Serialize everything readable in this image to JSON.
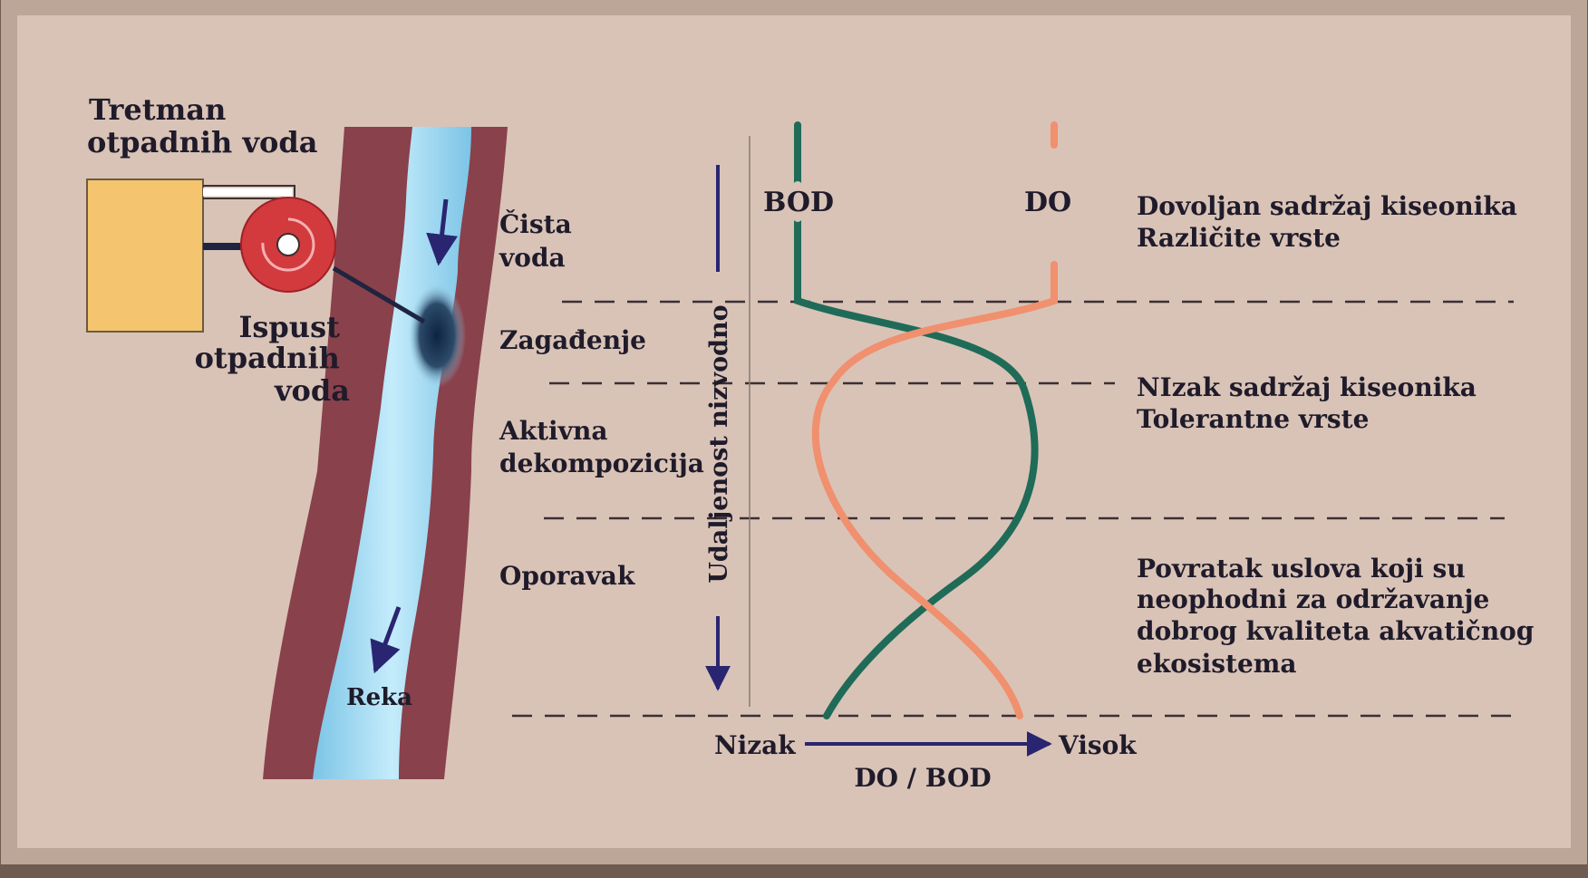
{
  "diagram": {
    "treatment_label": [
      "Tretman",
      "otpadnih voda"
    ],
    "outfall_label": [
      "Ispust",
      "otpadnih",
      "voda"
    ],
    "river_label": "Reka",
    "zones": [
      {
        "name": "cista-voda",
        "lines": [
          "Čista",
          "voda"
        ]
      },
      {
        "name": "zagadjenje",
        "lines": [
          "Zagađenje"
        ]
      },
      {
        "name": "aktivna-dekompozicija",
        "lines": [
          "Aktivna",
          "dekompozicija"
        ]
      },
      {
        "name": "oporavak",
        "lines": [
          "Oporavak"
        ]
      }
    ],
    "vertical_axis_label": "Udaljenost nizvodno",
    "curve_labels": {
      "bod": "BOD",
      "do": "DO"
    },
    "notes": [
      {
        "name": "dovoljan",
        "lines": [
          "Dovoljan sadržaj kiseonika",
          "Različite vrste"
        ]
      },
      {
        "name": "nizak",
        "lines": [
          "NIzak sadržaj kiseonika",
          "Tolerantne vrste"
        ]
      },
      {
        "name": "povratak",
        "lines": [
          "Povratak uslova koji su",
          "neophodni za održavanje",
          "dobrog kvaliteta akvatičnog",
          "ekosistema"
        ]
      }
    ],
    "x_axis": {
      "low": "Nizak",
      "high": "Visok",
      "title": "DO / BOD"
    }
  },
  "colors": {
    "background": "#d9c3b7",
    "bod_curve": "#1f6b58",
    "do_curve": "#f0906e",
    "arrow": "#2a2570",
    "river": "#a8dbf0",
    "bank": "#7a2a3a",
    "treatment_box": "#f5c46e",
    "outfall": "#d23a3e"
  }
}
